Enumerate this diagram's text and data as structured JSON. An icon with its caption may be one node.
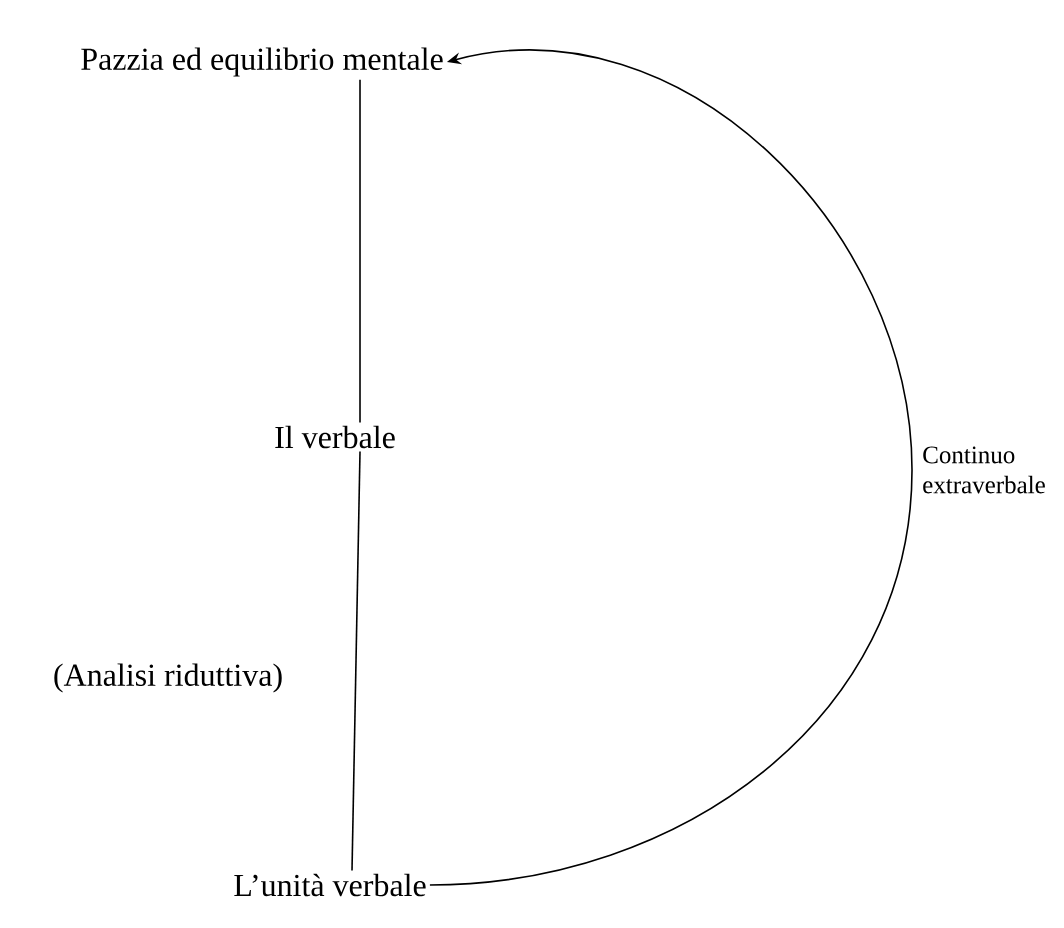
{
  "diagram": {
    "nodes": [
      {
        "text": [
          "Pazzia ed equilibrio mentale"
        ]
      },
      {
        "text": [
          "Il verbale"
        ]
      },
      {
        "text": [
          "L’unità verbale"
        ]
      }
    ],
    "edges": [
      {
        "from": 0,
        "to": 1,
        "arrow": "none"
      },
      {
        "from": 1,
        "to": 2,
        "arrow": "none"
      },
      {
        "from": 2,
        "to": 0,
        "arrow": "to",
        "label": "Continuo extraverbale"
      }
    ],
    "labels": [
      "(Analisi riduttiva)"
    ]
  }
}
